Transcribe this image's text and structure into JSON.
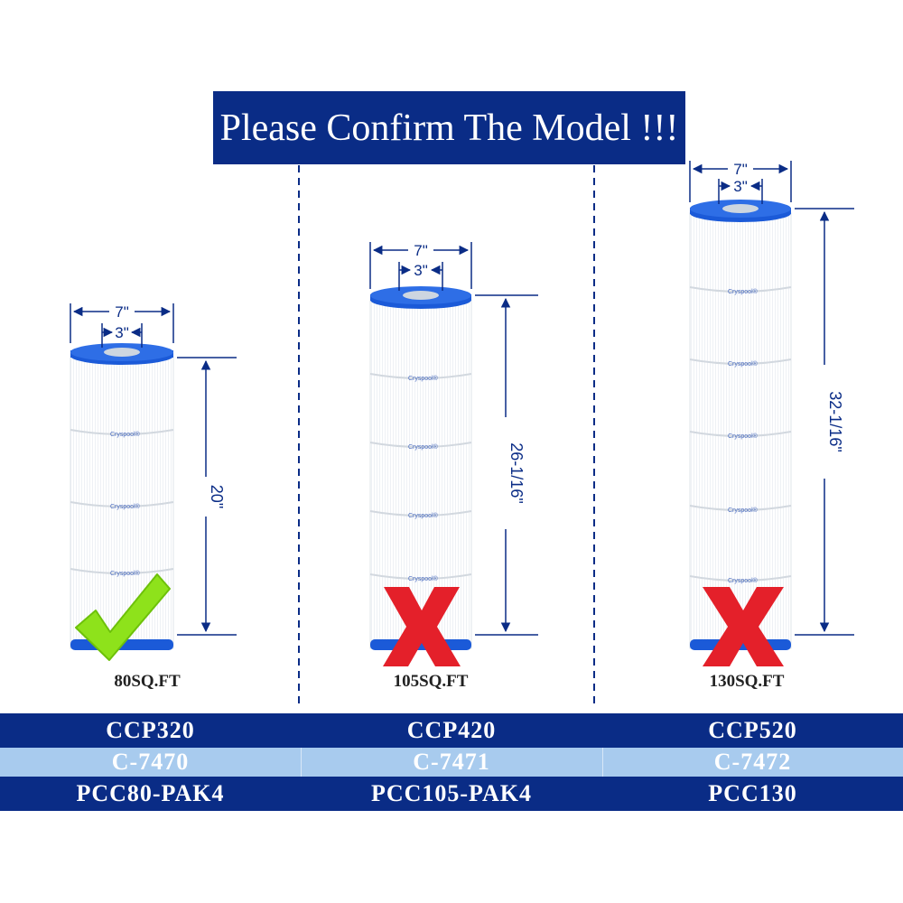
{
  "banner": {
    "title": "Please Confirm The Model !!!"
  },
  "colors": {
    "navy": "#0a2c86",
    "light_blue": "#a8cbee",
    "check_green": "#8ee21b",
    "cross_red": "#e4202a",
    "cap_blue": "#1b5ad8"
  },
  "filters": [
    {
      "outer_dim": "7\"",
      "inner_dim": "3\"",
      "height_dim": "20\"",
      "brand": "Cryspool®",
      "status_icon": "check-icon",
      "area": "80SQ.FT"
    },
    {
      "outer_dim": "7\"",
      "inner_dim": "3\"",
      "height_dim": "26-1/16\"",
      "brand": "Cryspool®",
      "status_icon": "cross-icon",
      "area": "105SQ.FT"
    },
    {
      "outer_dim": "7\"",
      "inner_dim": "3\"",
      "height_dim": "32-1/16\"",
      "brand": "Cryspool®",
      "status_icon": "cross-icon",
      "area": "130SQ.FT"
    }
  ],
  "models": {
    "row1": [
      "CCP320",
      "CCP420",
      "CCP520"
    ],
    "row2": [
      "C-7470",
      "C-7471",
      "C-7472"
    ],
    "row3": [
      "PCC80-PAK4",
      "PCC105-PAK4",
      "PCC130"
    ]
  }
}
